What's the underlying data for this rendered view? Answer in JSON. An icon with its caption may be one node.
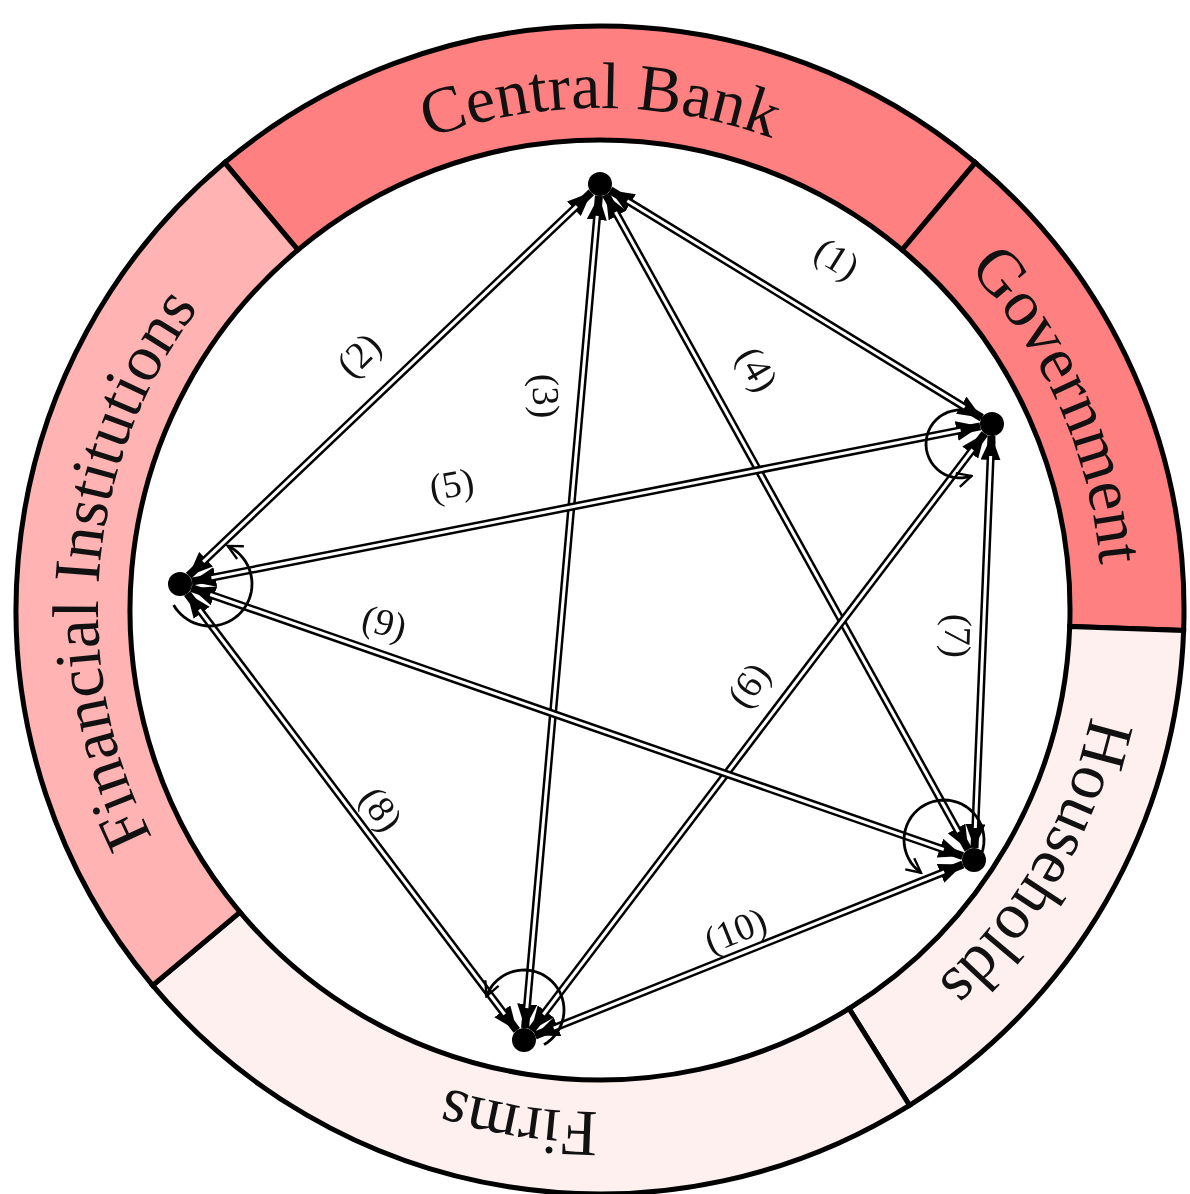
{
  "diagram": {
    "nodes": [
      {
        "text": [
          "Central Bank"
        ]
      },
      {
        "text": [
          "Government"
        ]
      },
      {
        "text": [
          "Households"
        ]
      },
      {
        "text": [
          "Firms"
        ]
      },
      {
        "text": [
          "Financial Institutions"
        ]
      },
      {
        "text": [],
        "shape": "circle"
      },
      {
        "text": [],
        "shape": "circle"
      },
      {
        "text": [],
        "shape": "circle"
      },
      {
        "text": [],
        "shape": "circle"
      },
      {
        "text": [],
        "shape": "circle"
      }
    ],
    "edges": [
      {
        "from": 5,
        "to": 6,
        "arrow": "both",
        "label": "(1)"
      },
      {
        "from": 5,
        "to": 9,
        "arrow": "both",
        "label": "(2)"
      },
      {
        "from": 5,
        "to": 8,
        "arrow": "both",
        "label": "(3)"
      },
      {
        "from": 5,
        "to": 7,
        "arrow": "both",
        "label": "(4)"
      },
      {
        "from": 9,
        "to": 6,
        "arrow": "both",
        "label": "(5)"
      },
      {
        "from": 6,
        "to": 8,
        "arrow": "both",
        "label": "(6)"
      },
      {
        "from": 6,
        "to": 7,
        "arrow": "both",
        "label": "(7)"
      },
      {
        "from": 9,
        "to": 8,
        "arrow": "both",
        "label": "(8)"
      },
      {
        "from": 9,
        "to": 7,
        "arrow": "both",
        "label": "(9)"
      },
      {
        "from": 8,
        "to": 7,
        "arrow": "both",
        "label": "(10)"
      },
      {
        "from": 6,
        "to": 6,
        "arrow": "to"
      },
      {
        "from": 9,
        "to": 9,
        "arrow": "to"
      },
      {
        "from": 7,
        "to": 7,
        "arrow": "to"
      },
      {
        "from": 8,
        "to": 8,
        "arrow": "to"
      }
    ]
  }
}
